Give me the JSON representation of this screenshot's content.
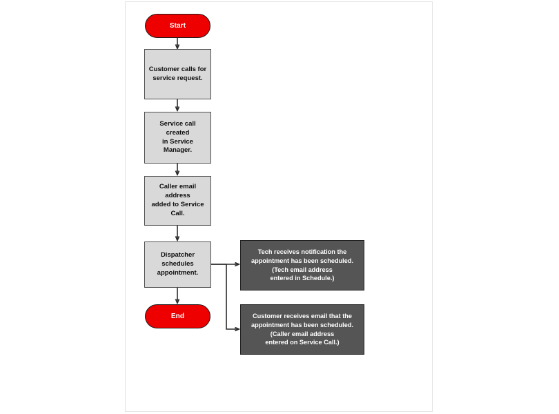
{
  "document": {
    "title": "Service call email notification flowchart",
    "page_background": "#ffffff",
    "sheet_border_color": "#e3e3e3"
  },
  "palette": {
    "terminator_fill": "#ee0000",
    "terminator_text": "#ffffff",
    "process_fill": "#d9d9d9",
    "process_border": "#4a4a4a",
    "process_text": "#0d0d0d",
    "notify_fill": "#555555",
    "notify_border": "#1f1f1f",
    "notify_text": "#ffffff",
    "connector_stroke": "#2b2b2b"
  },
  "chart_data": {
    "type": "flowchart",
    "title": "Service call email notification flowchart",
    "orientation": "top-to-bottom with right branch",
    "nodes": [
      {
        "id": "start",
        "shape": "terminator",
        "label": "Start"
      },
      {
        "id": "call",
        "shape": "process",
        "label": "Customer calls for\nservice request."
      },
      {
        "id": "created",
        "shape": "process",
        "label": "Service call created\nin Service Manager."
      },
      {
        "id": "email",
        "shape": "process",
        "label": "Caller email address\nadded to Service\nCall."
      },
      {
        "id": "dispatch",
        "shape": "process",
        "label": "Dispatcher\nschedules\nappointment."
      },
      {
        "id": "end",
        "shape": "terminator",
        "label": "End"
      },
      {
        "id": "tech",
        "shape": "notification",
        "label": "Tech receives notification the\nappointment has been scheduled.\n(Tech email address\nentered in Schedule.)"
      },
      {
        "id": "customer",
        "shape": "notification",
        "label": "Customer receives email that the\nappointment has been scheduled.\n(Caller email address\nentered on Service Call.)"
      }
    ],
    "edges": [
      {
        "from": "start",
        "to": "call",
        "style": "straight-down",
        "arrow": true
      },
      {
        "from": "call",
        "to": "created",
        "style": "straight-down",
        "arrow": true
      },
      {
        "from": "created",
        "to": "email",
        "style": "straight-down",
        "arrow": true
      },
      {
        "from": "email",
        "to": "dispatch",
        "style": "straight-down",
        "arrow": true
      },
      {
        "from": "dispatch",
        "to": "end",
        "style": "straight-down",
        "arrow": true
      },
      {
        "from": "dispatch",
        "to": "tech",
        "style": "right-branch",
        "arrow": true
      },
      {
        "from": "dispatch",
        "to": "customer",
        "style": "right-branch-elbow-down",
        "arrow": true
      }
    ]
  },
  "nodes": {
    "start": {
      "label": "Start"
    },
    "call": {
      "label": "Customer calls for\nservice request."
    },
    "created": {
      "label": "Service call created\nin Service Manager."
    },
    "email": {
      "label": "Caller email address\nadded to Service\nCall."
    },
    "dispatch": {
      "label": "Dispatcher\nschedules\nappointment."
    },
    "end": {
      "label": "End"
    },
    "tech": {
      "label": "Tech receives notification the\nappointment has been scheduled.\n(Tech email address\nentered in Schedule.)"
    },
    "customer": {
      "label": "Customer receives email that the\nappointment has been scheduled.\n(Caller email address\nentered on Service Call.)"
    }
  }
}
